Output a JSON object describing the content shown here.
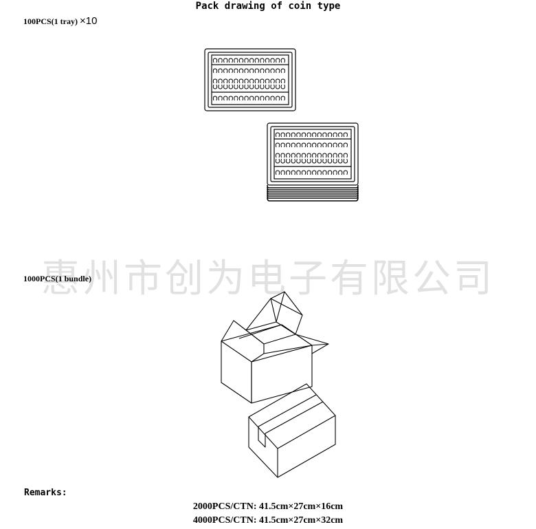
{
  "title": "Pack drawing of coin type",
  "tray_section": {
    "label": "100PCS(1 tray) ",
    "multiplier": "×10"
  },
  "watermark": "惠州市创为电子有限公司",
  "bundle_section": {
    "label": "1000PCS(1 bundle)"
  },
  "remarks": {
    "heading": "Remarks:",
    "specs": [
      "2000PCS/CTN: 41.5cm×27cm×16cm",
      "4000PCS/CTN: 41.5cm×27cm×32cm"
    ]
  }
}
